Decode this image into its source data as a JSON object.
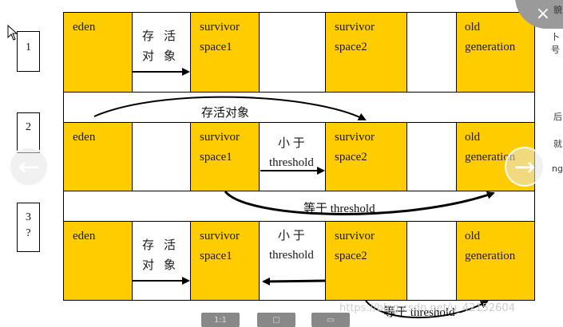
{
  "rows": [
    {
      "number": "1",
      "cells": {
        "eden": "eden",
        "arrow_label": "存活\n对象",
        "survivor1": "survivor\nspace1",
        "survivor2": "survivor\nspace2",
        "old": "old\ngeneration"
      }
    },
    {
      "number": "2",
      "cells": {
        "eden": "eden",
        "arrow_label": "小 于\nthreshold",
        "survivor1": "survivor\nspace1",
        "survivor2": "survivor\nspace2",
        "old": "old\ngeneration"
      }
    },
    {
      "number": "3\n?",
      "cells": {
        "eden": "eden",
        "arrow_label_a": "存活\n对象",
        "survivor1": "survivor\nspace1",
        "arrow_label_b": "小 于\nthreshold",
        "survivor2": "survivor\nspace2",
        "old": "old\ngeneration"
      }
    }
  ],
  "connectors": {
    "curve_top": "存活对象",
    "curve_mid": "等于 threshold",
    "curve_bottom": "等于 threshold"
  },
  "viewer": {
    "prev_icon": "chevron-left-icon",
    "next_icon": "chevron-right-icon",
    "close_icon": "close-icon",
    "toolbar_buttons": [
      "1:1",
      "",
      ""
    ]
  },
  "edge_chars": [
    "貌",
    "卜号",
    "后",
    "就",
    "ng"
  ],
  "watermark": "https://blog.csdn.net/u_42152604",
  "colors": {
    "gold": "#ffcc00",
    "border": "#000000"
  }
}
